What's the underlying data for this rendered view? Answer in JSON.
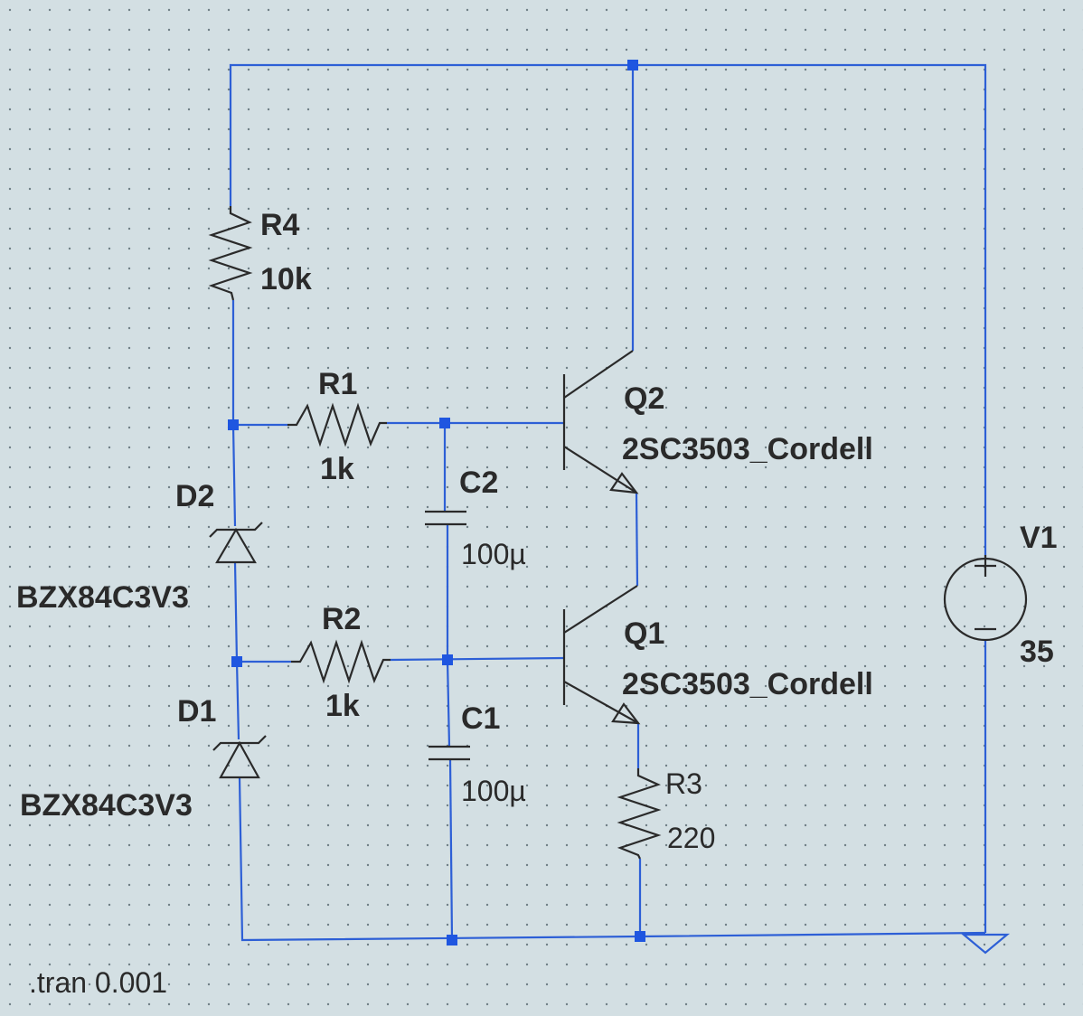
{
  "components": {
    "R4": {
      "ref": "R4",
      "value": "10k"
    },
    "R1": {
      "ref": "R1",
      "value": "1k"
    },
    "R2": {
      "ref": "R2",
      "value": "1k"
    },
    "R3": {
      "ref": "R3",
      "value": "220"
    },
    "C2": {
      "ref": "C2",
      "value": "100µ"
    },
    "C1": {
      "ref": "C1",
      "value": "100µ"
    },
    "D2": {
      "ref": "D2",
      "model": "BZX84C3V3"
    },
    "D1": {
      "ref": "D1",
      "model": "BZX84C3V3"
    },
    "Q2": {
      "ref": "Q2",
      "model": "2SC3503_Cordell"
    },
    "Q1": {
      "ref": "Q1",
      "model": "2SC3503_Cordell"
    },
    "V1": {
      "ref": "V1",
      "value": "35"
    }
  },
  "directive": ".tran 0.001",
  "colors": {
    "wire": "#2d5fd6",
    "component": "#2a2a2a",
    "junction": "#1f56e0",
    "background": "#d3dfe3"
  }
}
